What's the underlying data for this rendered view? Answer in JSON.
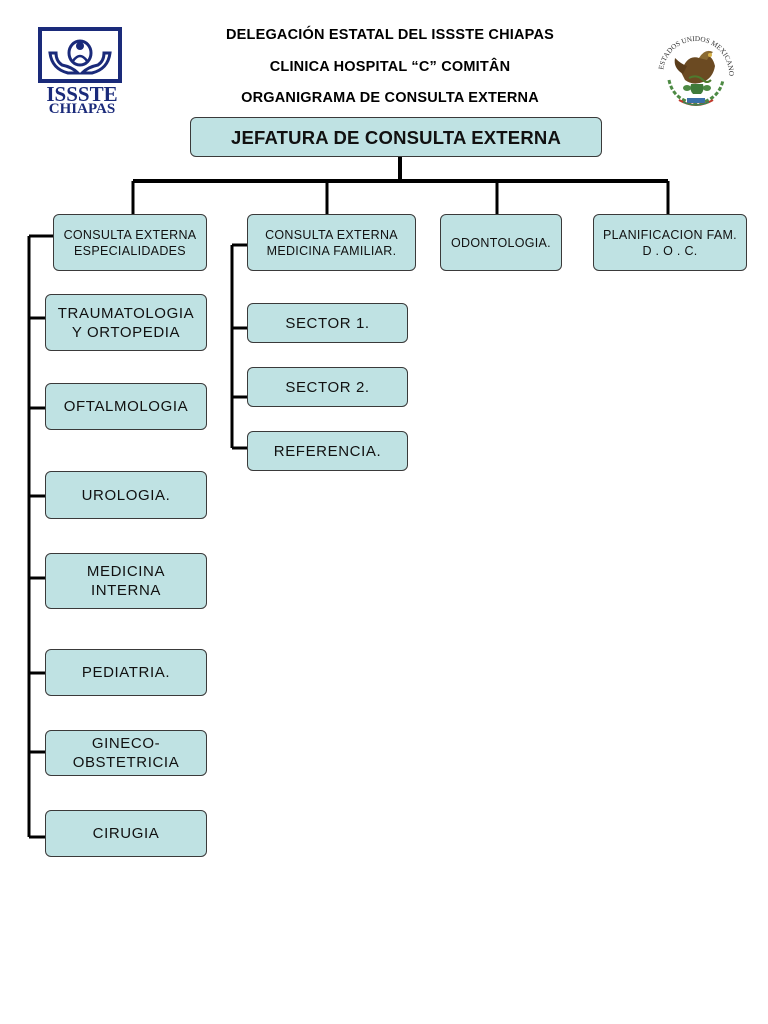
{
  "header": {
    "line1": "DELEGACIÓN ESTATAL DEL ISSSTE CHIAPAS",
    "line2": "CLINICA HOSPITAL “C” COMITÂN",
    "line3": "ORGANIGRAMA DE CONSULTA EXTERNA"
  },
  "logo": {
    "icon": "issste-logo-icon",
    "line1": "ISSSTE",
    "line2": "CHIAPAS"
  },
  "seal": {
    "icon": "mexico-coat-of-arms-icon",
    "text": "ESTADOS UNIDOS MEXICANOS"
  },
  "org": {
    "head": "JEFATURA DE CONSULTA EXTERNA",
    "departments": [
      {
        "label": [
          "CONSULTA EXTERNA",
          "ESPECIALIDADES"
        ],
        "units": [
          [
            "TRAUMATOLOGIA",
            "Y ORTOPEDIA"
          ],
          [
            "OFTALMOLOGIA"
          ],
          [
            "UROLOGIA."
          ],
          [
            "MEDICINA",
            "INTERNA"
          ],
          [
            "PEDIATRIA."
          ],
          [
            "GINECO-",
            "OBSTETRICIA"
          ],
          [
            "CIRUGIA"
          ]
        ]
      },
      {
        "label": [
          "CONSULTA EXTERNA",
          "MEDICINA FAMILIAR."
        ],
        "units": [
          [
            "SECTOR 1."
          ],
          [
            "SECTOR 2."
          ],
          [
            "REFERENCIA."
          ]
        ]
      },
      {
        "label": [
          "ODONTOLOGIA."
        ],
        "units": []
      },
      {
        "label": [
          "PLANIFICACION FAM.",
          "D . O . C."
        ],
        "units": []
      }
    ]
  },
  "colors": {
    "box_fill": "#bfe2e3",
    "box_border": "#3a3a3a",
    "connector": "#000000",
    "logo_blue": "#1a2a7a"
  }
}
